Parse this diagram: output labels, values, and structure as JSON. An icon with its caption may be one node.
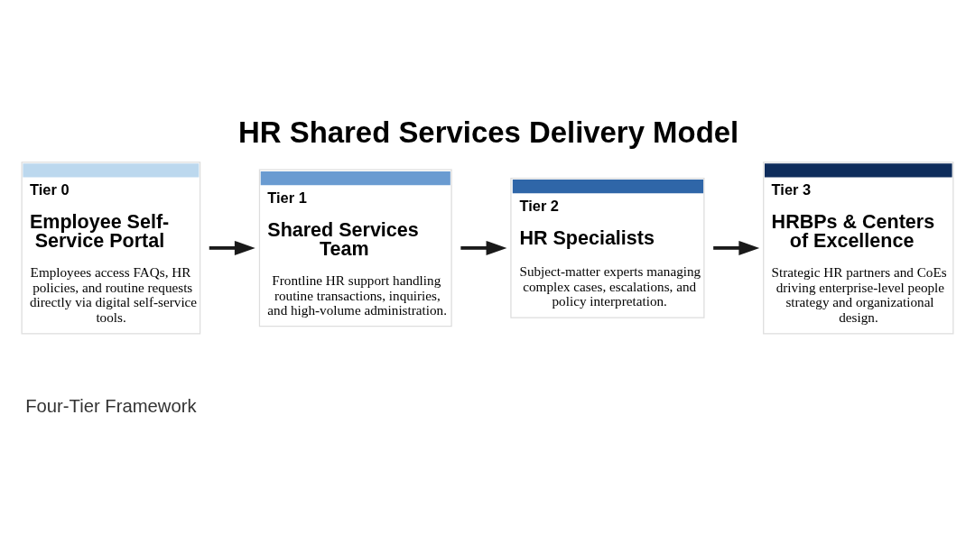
{
  "diagram": {
    "title": "HR Shared Services Delivery Model",
    "nodes": [
      {
        "text": [
          "Tier 0",
          "Employee Self-Service Portal",
          "Employees access FAQs, HR policies, and routine requests directly via digital self-service tools."
        ]
      },
      {
        "text": [
          "Tier 1",
          "Shared Services Team",
          "Frontline HR support handling routine transactions, inquiries, and high-volume administration."
        ]
      },
      {
        "text": [
          "Tier 2",
          "HR Specialists",
          "Subject-matter experts managing complex cases, escalations, and policy interpretation."
        ]
      },
      {
        "text": [
          "Tier 3",
          "HRBPs & Centers of Excellence",
          "Strategic HR partners and CoEs driving enterprise-level people strategy and organizational design."
        ]
      }
    ],
    "edges": [
      {
        "from": 0,
        "to": 1,
        "arrow": "to"
      },
      {
        "from": 1,
        "to": 2,
        "arrow": "to"
      },
      {
        "from": 2,
        "to": 3,
        "arrow": "to"
      }
    ],
    "labels": [
      "Four-Tier Framework"
    ]
  }
}
